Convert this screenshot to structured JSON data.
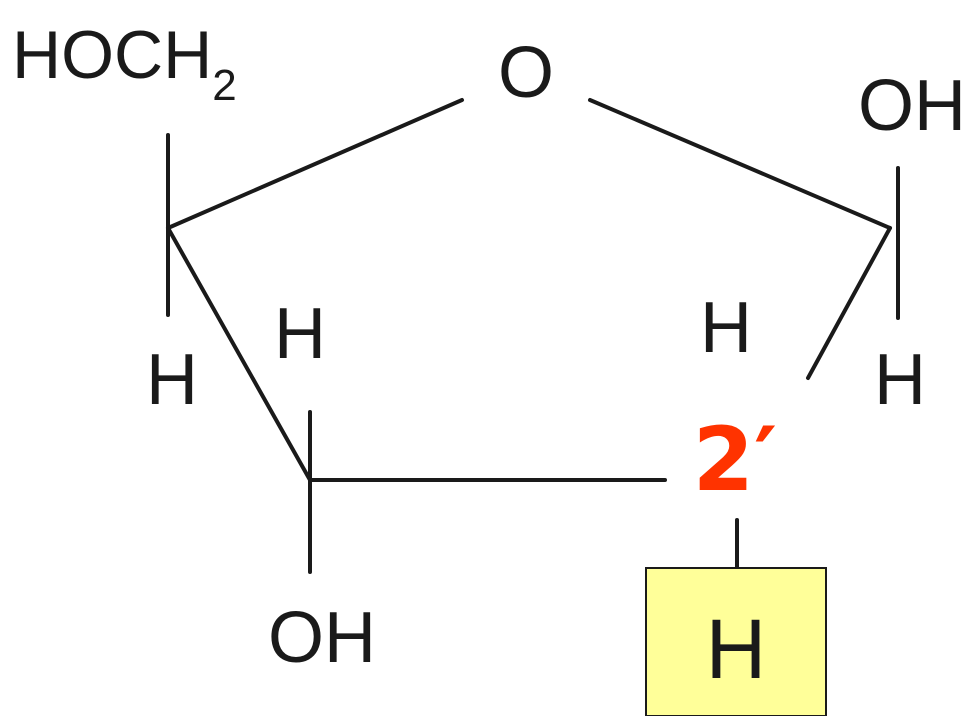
{
  "molecule": {
    "atoms": {
      "c5_group": "HOCH",
      "c5_group_subscript": "2",
      "ring_oxygen": "O",
      "c1_top": "OH",
      "c1_bottom": "H",
      "c4_bottom": "H",
      "c3_top": "H",
      "c3_bottom": "OH",
      "c2_top": "H",
      "c2_bottom": "H"
    },
    "position_label": "2′"
  },
  "colors": {
    "bond": "#1a1a1a",
    "position_label": "#ff3300",
    "highlight_fill": "#ffff99"
  }
}
